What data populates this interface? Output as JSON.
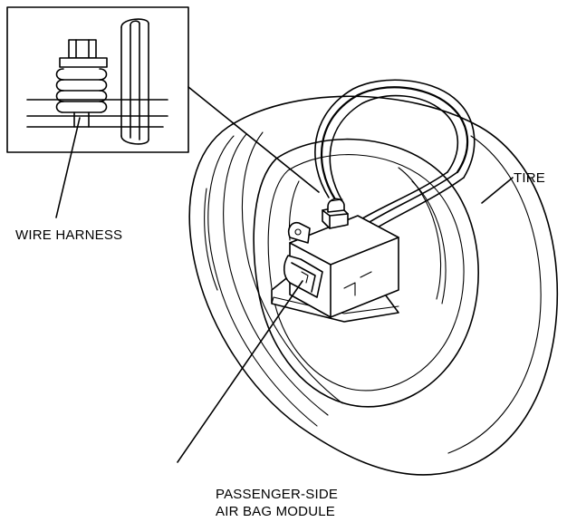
{
  "diagram": {
    "labels": {
      "wire_harness": "WIRE HARNESS",
      "tire": "TIRE",
      "module_line1": "PASSENGER-SIDE",
      "module_line2": "AIR BAG MODULE"
    }
  }
}
